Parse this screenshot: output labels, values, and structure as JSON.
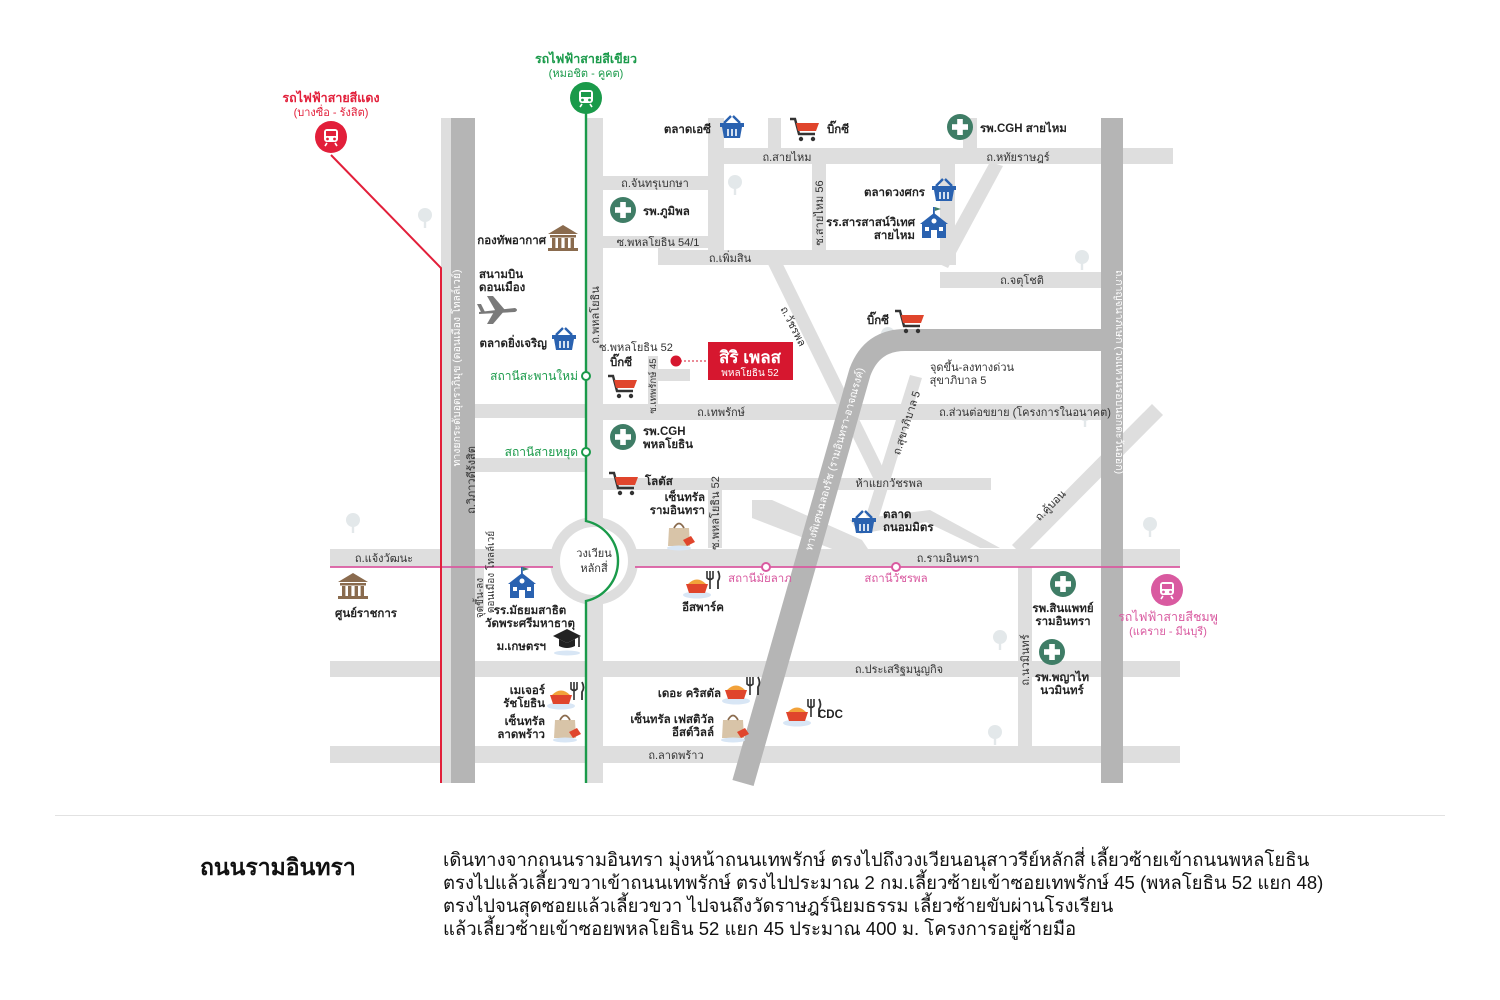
{
  "map": {
    "rail_lines": {
      "green": {
        "name": "รถไฟฟ้าสายสีเขียว",
        "route": "(หมอชิต - คูคต)",
        "color": "#1a9a4a"
      },
      "red": {
        "name": "รถไฟฟ้าสายสีแดง",
        "route": "(บางซื่อ - รังสิต)",
        "color": "#e21f3a"
      },
      "pink": {
        "name": "รถไฟฟ้าสายสีชมพู",
        "route": "(แคราย - มีนบุรี)",
        "color": "#d95aa0"
      }
    },
    "stations": {
      "saphan_mai": "สถานีสะพานใหม่",
      "sai_yut": "สถานีสายหยุด",
      "mayalap": "สถานีมัยลาภ",
      "watcharaphon": "สถานีวัชรพล"
    },
    "project": {
      "name": "สิริ เพลส",
      "sub": "พหลโยธิน 52",
      "color": "#d6172f"
    },
    "roads": {
      "sai_mai": "ถ.สายไหม",
      "hathai_rat": "ถ.หทัยราษฎร์",
      "chanthra": "ถ.จันทรุเบกษา",
      "phahol_54_1": "ซ.พหลโยธิน 54/1",
      "sai_mai_56": "ซ.สายไหม 56",
      "phoem_sin": "ถ.เพิ่มสิน",
      "chatu_chot": "ถ.จตุโชติ",
      "watcharaphon_rd": "ถ.วัชรพล",
      "phahonyothin": "ถ.พหลโยธิน",
      "phahol_52": "ซ.พหลโยธิน 52",
      "theparak_45": "ซ.เทพรักษ์ 45",
      "theparak": "ถ.เทพรักษ์",
      "extension": "ถ.ส่วนต่อขยาย (โครงการในอนาคต)",
      "expressway_exit": "จุดขึ้น-ลงทางด่วน",
      "expressway_exit_2": "สุขาภิบาล 5",
      "sukhaphiban_5": "ถ.สุขาภิบาล 5",
      "expressway": "ทางพิเศษฉลองรัช (รามอินทรา-อาจณรงค์)",
      "kanchanaphisek": "ถ.กาญจนาภิเษก (วงแหวนรอบนอกตะวันออก)",
      "tollway": "ทางยกระดับอุตราภิมุข (ดอนเมือง โทลล์เวย์)",
      "vibhavadi": "ถ.วิภาวดีรังสิต",
      "tollway_exit_1": "จุดขึ้น-ลง",
      "tollway_exit_2": "ดอนเมือง โทลล์เวย์",
      "watcharaphon_junction": "ห้าแยกวัชรพล",
      "khubon": "ถ.คู้บอน",
      "chaeng_watthana": "ถ.แจ้งวัฒนะ",
      "ram_inthra": "ถ.รามอินทรา",
      "lak_si_1": "วงเวียน",
      "lak_si_2": "หลักสี่",
      "prasert": "ถ.ประเสริฐมนูญกิจ",
      "nawamin": "ถ.นวมินทร์",
      "lat_phrao": "ถ.ลาดพร้าว"
    },
    "landmarks": {
      "talat_or_sor": "ตลาดเอซี",
      "bigc_top": "บิ๊กซี",
      "cgh_sai_mai": "รพ.CGH สายไหม",
      "talat_wongsakorn": "ตลาดวงศกร",
      "sarasas_1": "รร.สารสาสน์วิเทศ",
      "sarasas_2": "สายไหม",
      "bhumibol": "รพ.ภูมิพล",
      "air_force": "กองทัพอากาศ",
      "don_mueang_1": "สนามบิน",
      "don_mueang_2": "ดอนเมือง",
      "talat_ying_charoen": "ตลาดยิ่งเจริญ",
      "bigc_mid": "บิ๊กซี",
      "bigc_small": "บิ๊กซี",
      "cgh_phahol_1": "รพ.CGH",
      "cgh_phahol_2": "พหลโยธิน",
      "lotus": "โลตัส",
      "central_ram_1": "เซ็นทรัล",
      "central_ram_2": "รามอินทรา",
      "talat_thanom_1": "ตลาด",
      "talat_thanom_2": "ถนอมมิตร",
      "gov_center": "ศูนย์ราชการ",
      "mattayom_1": "รร.มัธยมสาธิต",
      "mattayom_2": "วัดพระศรีมหาธาตุ",
      "kasetsart": "ม.เกษตรฯ",
      "esplanade": "อีสพาร์ค",
      "synphaet_1": "รพ.สินแพทย์",
      "synphaet_2": "รามอินทรา",
      "phyathai_1": "รพ.พญาไท",
      "phyathai_2": "นวมินทร์",
      "major_1": "เมเจอร์",
      "major_2": "รัชโยธิน",
      "the_crystal": "เดอะ คริสตัล",
      "cdc": "CDC",
      "central_lp_1": "เซ็นทรัล",
      "central_lp_2": "ลาดพร้าว",
      "central_fest_1": "เซ็นทรัล เฟสติวัล",
      "central_fest_2": "อีสต์วิลล์"
    },
    "colors": {
      "road": "#dedede",
      "major_road": "#b5b5b5",
      "hospital": "#3f7d66",
      "market": "#2a62b0",
      "shopping": "#e0452c",
      "landmark": "#8a6b4e",
      "tree": "#e3e8ea"
    }
  },
  "directions": {
    "title": "ถนนรามอินทรา",
    "lines": [
      "เดินทางจากถนนรามอินทรา มุ่งหน้าถนนเทพรักษ์ ตรงไปถึงวงเวียนอนุสาวรีย์หลักสี่ เลี้ยวซ้ายเข้าถนนพหลโยธิน",
      "ตรงไปแล้วเลี้ยวขวาเข้าถนนเทพรักษ์ ตรงไปประมาณ 2 กม.เลี้ยวซ้ายเข้าซอยเทพรักษ์ 45 (พหลโยธิน 52 แยก 48)",
      "ตรงไปจนสุดซอยแล้วเลี้ยวขวา ไปจนถึงวัดราษฎร์นิยมธรรม เลี้ยวซ้ายขับผ่านโรงเรียน",
      "แล้วเลี้ยวซ้ายเข้าซอยพหลโยธิน 52 แยก 45 ประมาณ 400 ม. โครงการอยู่ซ้ายมือ"
    ]
  }
}
